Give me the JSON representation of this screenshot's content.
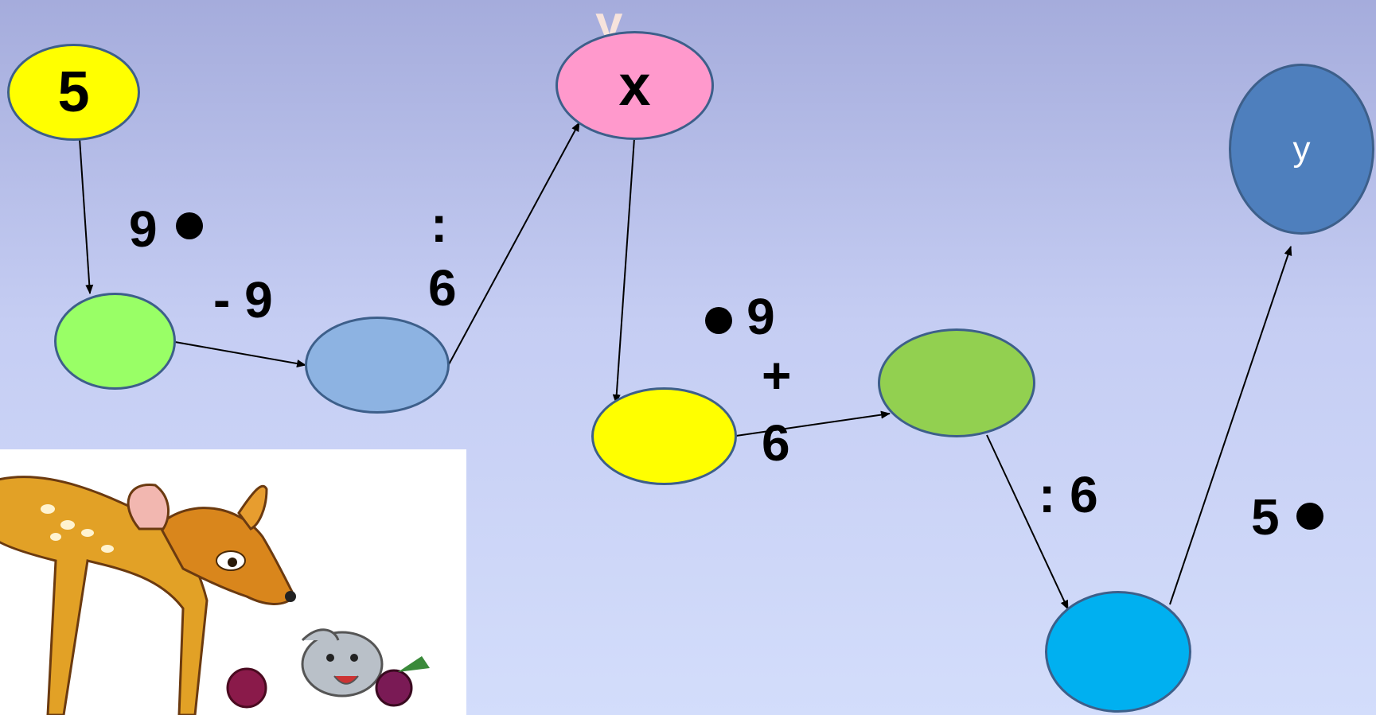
{
  "ghost_label": "y",
  "nodes": {
    "start": "5",
    "x": "x",
    "y": "y"
  },
  "operations": {
    "mul9_first_symbol": "●",
    "mul9_first_value": "9",
    "minus9": "- 9",
    "div6_first_symbol": ":",
    "div6_first_value": "6",
    "mul9_second": "9",
    "plus6_symbol": "+",
    "plus6_value": "6",
    "div6_second": ": 6",
    "mul5_value": "5"
  },
  "colors": {
    "start": "#ffff00",
    "x": "#ff99cc",
    "y": "#4e7fbd",
    "green_light": "#99ff66",
    "blue_light": "#8db3e2",
    "yellow": "#ffff00",
    "green": "#92d050",
    "cyan": "#00b0f0"
  },
  "picture": "cartoon fawn and rabbit"
}
